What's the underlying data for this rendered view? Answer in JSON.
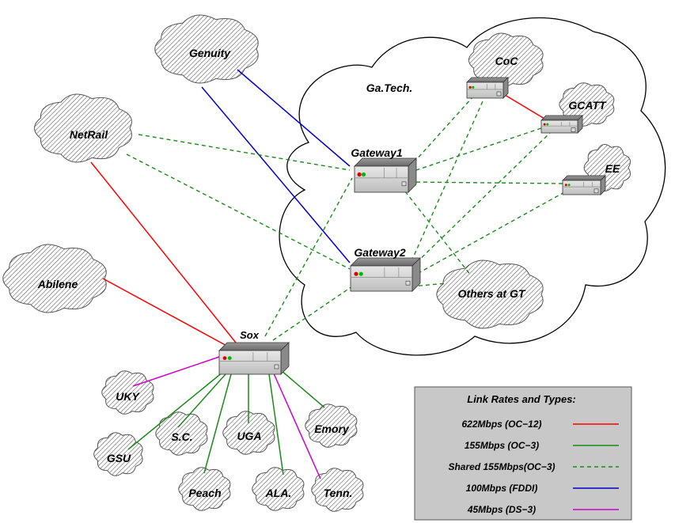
{
  "clouds": {
    "genuity": "Genuity",
    "netrail": "NetRail",
    "abilene": "Abilene",
    "gatech": "Ga.Tech.",
    "coc": "CoC",
    "gcatt": "GCATT",
    "ee": "EE",
    "others": "Others at GT",
    "uky": "UKY",
    "gsu": "GSU",
    "sc": "S.C.",
    "uga": "UGA",
    "emory": "Emory",
    "peach": "Peach",
    "ala": "ALA.",
    "tenn": "Tenn."
  },
  "routers": {
    "gateway1": "Gateway1",
    "gateway2": "Gateway2",
    "sox": "Sox"
  },
  "legend": {
    "title": "Link Rates and Types:",
    "items": [
      {
        "label": "622Mbps (OC−12)",
        "color": "#ff0000",
        "style": "solid"
      },
      {
        "label": "155Mbps (OC−3)",
        "color": "#1a8a1a",
        "style": "solid"
      },
      {
        "label": "Shared 155Mbps(OC−3)",
        "color": "#1a8a1a",
        "style": "dashed"
      },
      {
        "label": "100Mbps (FDDI)",
        "color": "#0000cc",
        "style": "solid"
      },
      {
        "label": "45Mbps (DS−3)",
        "color": "#cc00cc",
        "style": "solid"
      }
    ]
  },
  "colors": {
    "oc12": "#ff0000",
    "oc3": "#1a8a1a",
    "fddi": "#0000cc",
    "ds3": "#cc00cc",
    "legend_bg": "#c8c8c8"
  }
}
